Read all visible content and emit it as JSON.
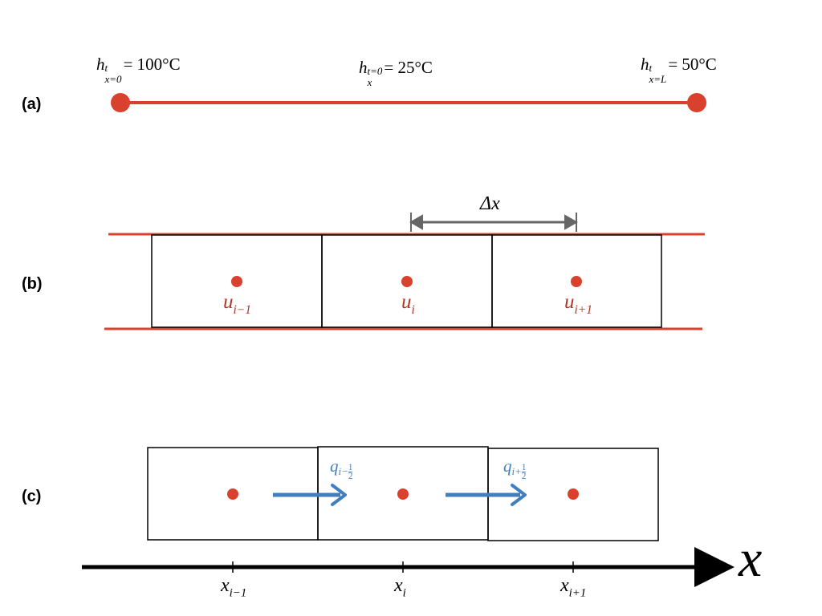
{
  "panels": {
    "a": {
      "label": "(a)",
      "left_bc": {
        "var": "h",
        "sup": "t",
        "sub": "x=0",
        "rhs": "= 100°C"
      },
      "initial": {
        "var": "h",
        "sup": "t=0",
        "sub": "x",
        "rhs": "= 25°C"
      },
      "right_bc": {
        "var": "h",
        "sup": "t",
        "sub": "x=L",
        "rhs": "= 50°C"
      }
    },
    "b": {
      "label": "(b)",
      "spacing_label": "Δx",
      "cells": [
        {
          "var": "u",
          "sub": "i−1"
        },
        {
          "var": "u",
          "sub": "i"
        },
        {
          "var": "u",
          "sub": "i+1"
        }
      ]
    },
    "c": {
      "label": "(c)",
      "fluxes": [
        {
          "var": "q",
          "sub_prefix": "i−",
          "num": "1",
          "den": "2"
        },
        {
          "var": "q",
          "sub_prefix": "i+",
          "num": "1",
          "den": "2"
        }
      ],
      "axis_label": "x",
      "ticks": [
        {
          "var": "x",
          "sub": "i−1"
        },
        {
          "var": "x",
          "sub": "i"
        },
        {
          "var": "x",
          "sub": "i+1"
        }
      ]
    }
  },
  "colors": {
    "rod": "#d9402e",
    "node": "#d9402e",
    "node_label": "#b03525",
    "flux": "#3f7fbf",
    "cell_border": "#000000",
    "dim": "#666666"
  }
}
